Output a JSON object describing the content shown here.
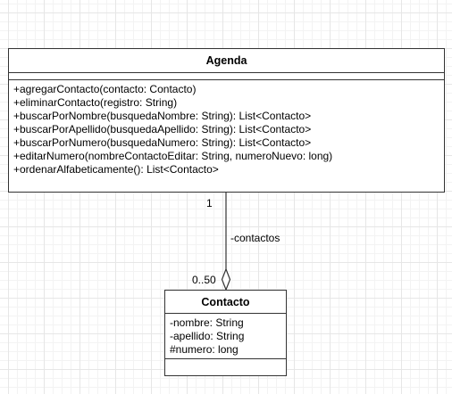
{
  "classes": {
    "agenda": {
      "name": "Agenda",
      "attributes": [],
      "methods": [
        "+agregarContacto(contacto: Contacto)",
        "+eliminarContacto(registro: String)",
        "+buscarPorNombre(busquedaNombre: String): List<Contacto>",
        "+buscarPorApellido(busquedaApellido: String): List<Contacto>",
        "+buscarPorNumero(busquedaNumero: String): List<Contacto>",
        "+editarNumero(nombreContactoEditar: String, numeroNuevo: long)",
        "+ordenarAlfabeticamente(): List<Contacto>"
      ]
    },
    "contacto": {
      "name": "Contacto",
      "attributes": [
        "-nombre: String",
        "-apellido: String",
        "#numero: long"
      ],
      "methods": []
    }
  },
  "relationship": {
    "type": "aggregation",
    "role_label": "-contactos",
    "source_multiplicity": "1",
    "target_multiplicity": "0..50"
  },
  "colors": {
    "border": "#333333",
    "grid": "#e6e6e6",
    "background": "#ffffff"
  }
}
